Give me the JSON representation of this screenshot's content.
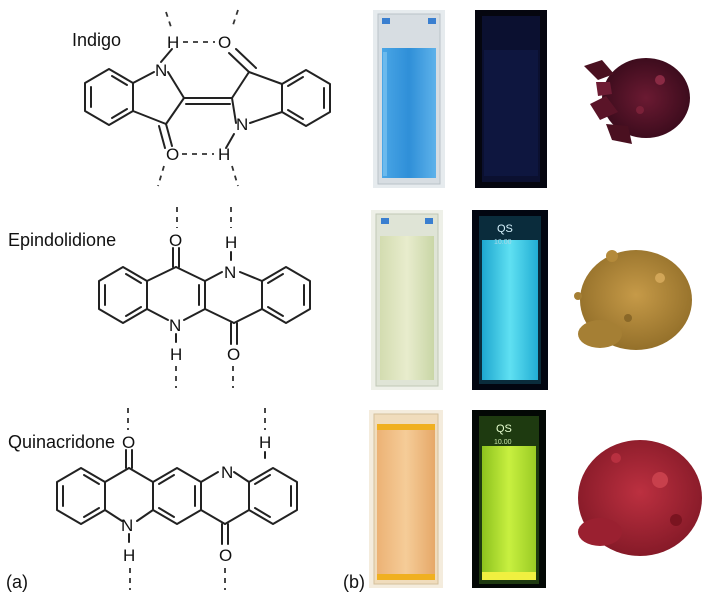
{
  "panel_labels": {
    "a": "(a)",
    "b": "(b)"
  },
  "compounds": [
    {
      "name": "Indigo",
      "atoms": {
        "h_top": "H",
        "o_top": "O",
        "n_left": "N",
        "o_bottom": "O",
        "h_bottom": "H",
        "n_right": "N"
      },
      "colors": {
        "vial_light": "#2f8fd8",
        "vial_dark": "#0b1030",
        "powder": "#5a1428"
      }
    },
    {
      "name": "Epindolidione",
      "atoms": {
        "o_top": "O",
        "h_top": "H",
        "n_top": "N",
        "n_bottom": "N",
        "h_bottom": "H",
        "o_bottom": "O"
      },
      "colors": {
        "vial_light": "#dfe8c4",
        "vial_dark": "#3fd0e8",
        "powder": "#b4893a"
      }
    },
    {
      "name": "Quinacridone",
      "atoms": {
        "o_top": "O",
        "h_top": "H",
        "n_top": "N",
        "n_bottom": "N",
        "h_bottom": "H",
        "o_bottom": "O"
      },
      "colors": {
        "vial_light": "#f2c48a",
        "vial_dark": "#b8e832",
        "powder": "#a82232"
      }
    }
  ],
  "cuvette_labels": {
    "qs": "QS",
    "volume": "10.00"
  }
}
